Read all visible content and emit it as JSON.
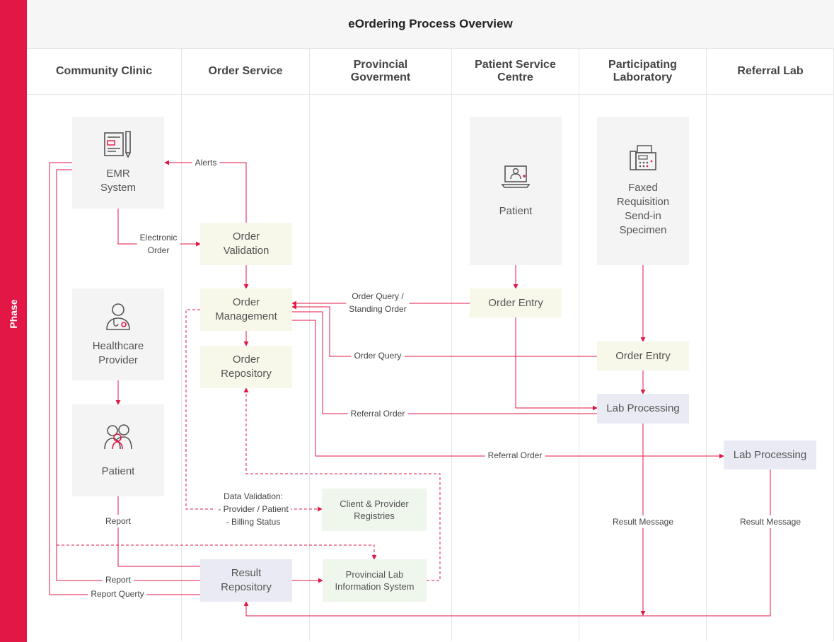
{
  "sidebar": {
    "label": "Phase"
  },
  "title": "eOrdering Process Overview",
  "lanes": [
    {
      "name": "Community Clinic"
    },
    {
      "name": "Order Service"
    },
    {
      "name": "Provincial\nGoverment"
    },
    {
      "name": "Patient Service\nCentre"
    },
    {
      "name": "Participating\nLaboratory"
    },
    {
      "name": "Referral Lab"
    }
  ],
  "nodes": {
    "emr": "EMR\nSystem",
    "healthcare": "Healthcare\nProvider",
    "patient_clinic": "Patient",
    "order_validation": "Order\nValidation",
    "order_management": "Order\nManagement",
    "order_repository": "Order\nRepository",
    "result_repository": "Result\nRepository",
    "registries": "Client & Provider\nRegistries",
    "plis": "Provincial Lab\nInformation System",
    "patient_psc": "Patient",
    "order_entry_psc": "Order Entry",
    "faxed": "Faxed\nRequisition\nSend-in\nSpecimen",
    "order_entry_lab": "Order Entry",
    "lab_processing": "Lab Processing",
    "lab_processing_ref": "Lab Processing"
  },
  "edges": {
    "alerts": "Alerts",
    "electronic_order": "Electronic\nOrder",
    "order_query_standing": "Order Query /\nStanding Order",
    "order_query": "Order Query",
    "referral_order_1": "Referral Order",
    "referral_order_2": "Referral Order",
    "data_validation": "Data Validation:\n- Provider / Patient\n- Billing Status",
    "report_1": "Report",
    "report_2": "Report",
    "report_query": "Report Querty",
    "result_message_1": "Result Message",
    "result_message_2": "Result Message"
  },
  "icons": {
    "emr": "emr-document-icon",
    "healthcare": "doctor-icon",
    "patient_clinic": "patient-couple-icon",
    "patient_psc": "laptop-patient-icon",
    "faxed": "fax-machine-icon"
  },
  "colors": {
    "accent": "#e31745",
    "gray_box": "#f4f4f4",
    "cream_box": "#f7f7ea",
    "lavender_box": "#e9eaf4",
    "green_box": "#eff6ec"
  }
}
